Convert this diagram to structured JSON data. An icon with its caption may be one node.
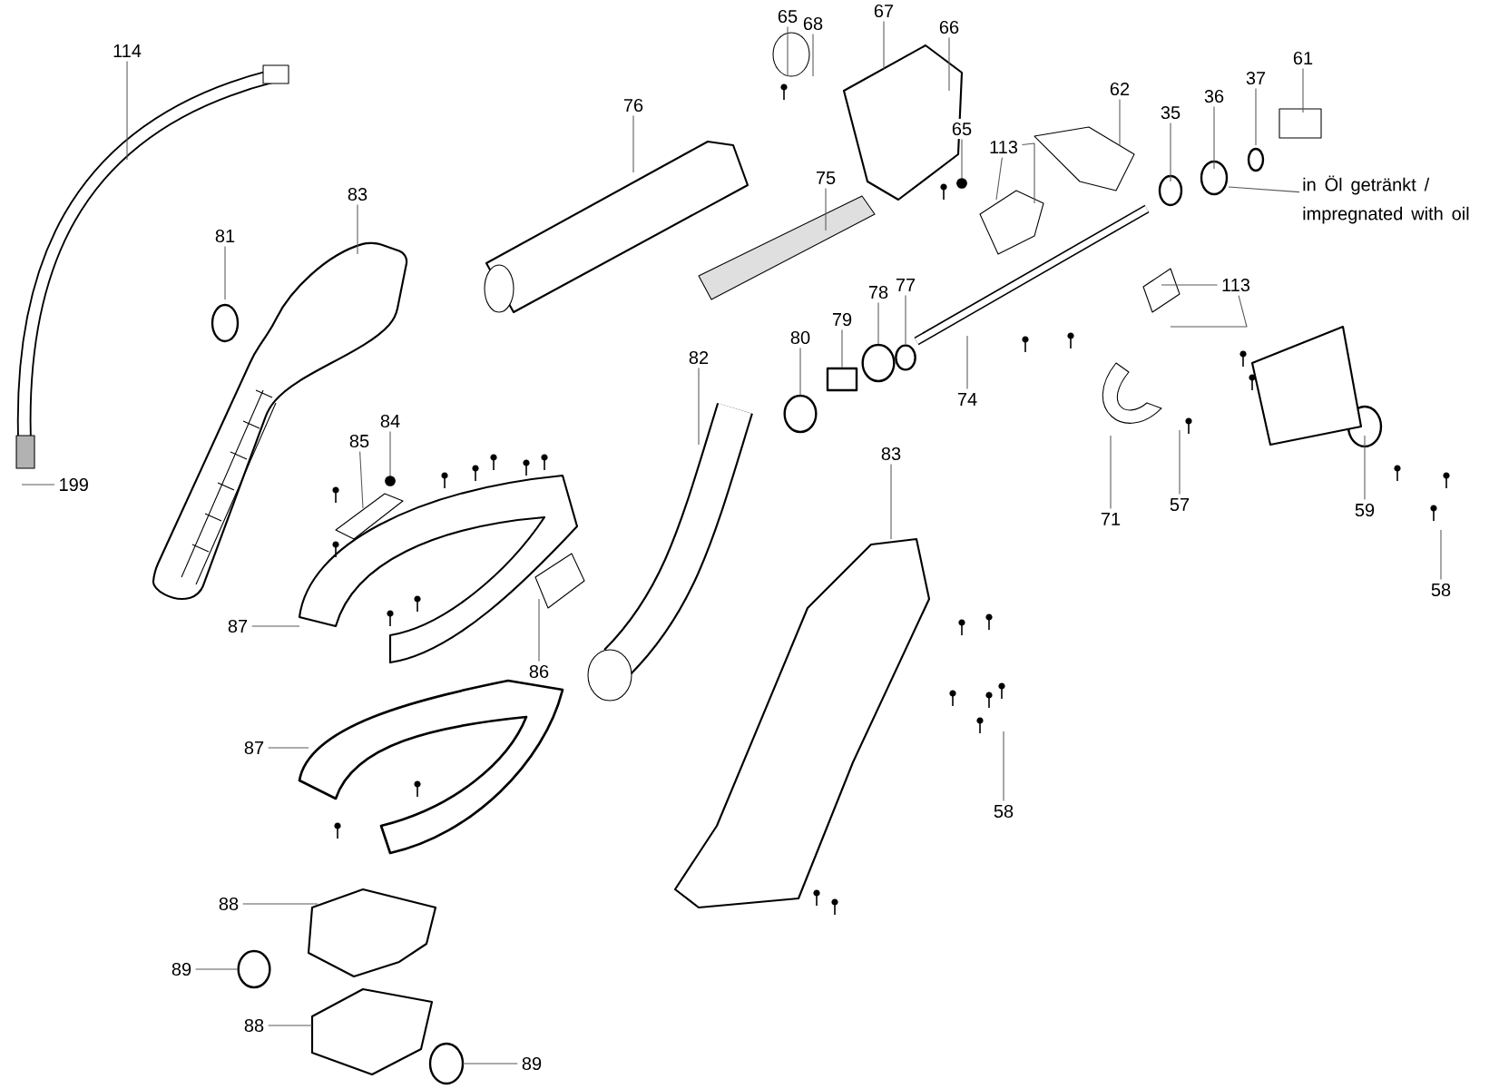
{
  "diagram": {
    "nodes": [
      {
        "text": [
          "114"
        ]
      },
      {
        "text": [
          "65"
        ]
      },
      {
        "text": [
          "68"
        ]
      },
      {
        "text": [
          "67"
        ]
      },
      {
        "text": [
          "66"
        ]
      },
      {
        "text": [
          "61"
        ]
      },
      {
        "text": [
          "37"
        ]
      },
      {
        "text": [
          "36"
        ]
      },
      {
        "text": [
          "62"
        ]
      },
      {
        "text": [
          "35"
        ]
      },
      {
        "text": [
          "76"
        ]
      },
      {
        "text": [
          "65"
        ]
      },
      {
        "text": [
          "113"
        ]
      },
      {
        "text": [
          "in Öl getränkt / impregnated with oil"
        ]
      },
      {
        "text": [
          "83"
        ]
      },
      {
        "text": [
          "81"
        ]
      },
      {
        "text": [
          "75"
        ]
      },
      {
        "text": [
          "113"
        ]
      },
      {
        "text": [
          "78"
        ]
      },
      {
        "text": [
          "77"
        ]
      },
      {
        "text": [
          "79"
        ]
      },
      {
        "text": [
          "80"
        ]
      },
      {
        "text": [
          "82"
        ]
      },
      {
        "text": [
          "74"
        ]
      },
      {
        "text": [
          "84"
        ]
      },
      {
        "text": [
          "85"
        ]
      },
      {
        "text": [
          "83"
        ]
      },
      {
        "text": [
          "199"
        ]
      },
      {
        "text": [
          "71"
        ]
      },
      {
        "text": [
          "57"
        ]
      },
      {
        "text": [
          "59"
        ]
      },
      {
        "text": [
          "58"
        ]
      },
      {
        "text": [
          "87"
        ]
      },
      {
        "text": [
          "86"
        ]
      },
      {
        "text": [
          "87"
        ]
      },
      {
        "text": [
          "58"
        ]
      },
      {
        "text": [
          "88"
        ]
      },
      {
        "text": [
          "89"
        ]
      },
      {
        "text": [
          "88"
        ]
      },
      {
        "text": [
          "89"
        ]
      },
      {
        "text": [],
        "shape": "circle"
      },
      {
        "text": [],
        "shape": "circle"
      },
      {
        "text": [],
        "shape": "box"
      },
      {
        "text": [],
        "shape": "circle"
      },
      {
        "text": [],
        "shape": "circle"
      },
      {
        "text": [],
        "shape": "circle"
      },
      {
        "text": [],
        "shape": "circle"
      }
    ],
    "edges": [
      {
        "from": 0,
        "to": null,
        "arrow": "none"
      },
      {
        "from": 1,
        "to": null,
        "arrow": "none"
      },
      {
        "from": 2,
        "to": null,
        "arrow": "none"
      },
      {
        "from": 3,
        "to": null,
        "arrow": "none"
      },
      {
        "from": 4,
        "to": null,
        "arrow": "none"
      },
      {
        "from": 5,
        "to": null,
        "arrow": "none"
      },
      {
        "from": 6,
        "to": null,
        "arrow": "none"
      },
      {
        "from": 7,
        "to": null,
        "arrow": "none"
      },
      {
        "from": 8,
        "to": null,
        "arrow": "none"
      },
      {
        "from": 9,
        "to": null,
        "arrow": "none"
      },
      {
        "from": 10,
        "to": null,
        "arrow": "none"
      },
      {
        "from": 11,
        "to": 40,
        "arrow": "none"
      },
      {
        "from": 12,
        "to": null,
        "arrow": "none"
      },
      {
        "from": 12,
        "to": null,
        "arrow": "none"
      },
      {
        "from": 13,
        "to": null,
        "arrow": "none"
      },
      {
        "from": 14,
        "to": null,
        "arrow": "none"
      },
      {
        "from": 15,
        "to": null,
        "arrow": "none"
      },
      {
        "from": 16,
        "to": null,
        "arrow": "none"
      },
      {
        "from": 17,
        "to": null,
        "arrow": "none"
      },
      {
        "from": 17,
        "to": null,
        "arrow": "none"
      },
      {
        "from": 18,
        "to": 41,
        "arrow": "none"
      },
      {
        "from": 19,
        "to": 45,
        "arrow": "none"
      },
      {
        "from": 20,
        "to": 42,
        "arrow": "none"
      },
      {
        "from": 21,
        "to": 46,
        "arrow": "none"
      },
      {
        "from": 22,
        "to": null,
        "arrow": "none"
      },
      {
        "from": 23,
        "to": null,
        "arrow": "none"
      },
      {
        "from": 24,
        "to": 43,
        "arrow": "none"
      },
      {
        "from": 25,
        "to": null,
        "arrow": "none"
      },
      {
        "from": 26,
        "to": null,
        "arrow": "none"
      },
      {
        "from": 27,
        "to": null,
        "arrow": "none"
      },
      {
        "from": 28,
        "to": null,
        "arrow": "none"
      },
      {
        "from": 29,
        "to": null,
        "arrow": "none"
      },
      {
        "from": 30,
        "to": null,
        "arrow": "none"
      },
      {
        "from": 31,
        "to": null,
        "arrow": "none"
      },
      {
        "from": 32,
        "to": null,
        "arrow": "none"
      },
      {
        "from": 33,
        "to": null,
        "arrow": "none"
      },
      {
        "from": 34,
        "to": null,
        "arrow": "none"
      },
      {
        "from": 35,
        "to": null,
        "arrow": "none"
      },
      {
        "from": 36,
        "to": null,
        "arrow": "none"
      },
      {
        "from": 37,
        "to": 44,
        "arrow": "none"
      },
      {
        "from": 38,
        "to": null,
        "arrow": "none"
      },
      {
        "from": 39,
        "to": null,
        "arrow": "none"
      }
    ]
  }
}
